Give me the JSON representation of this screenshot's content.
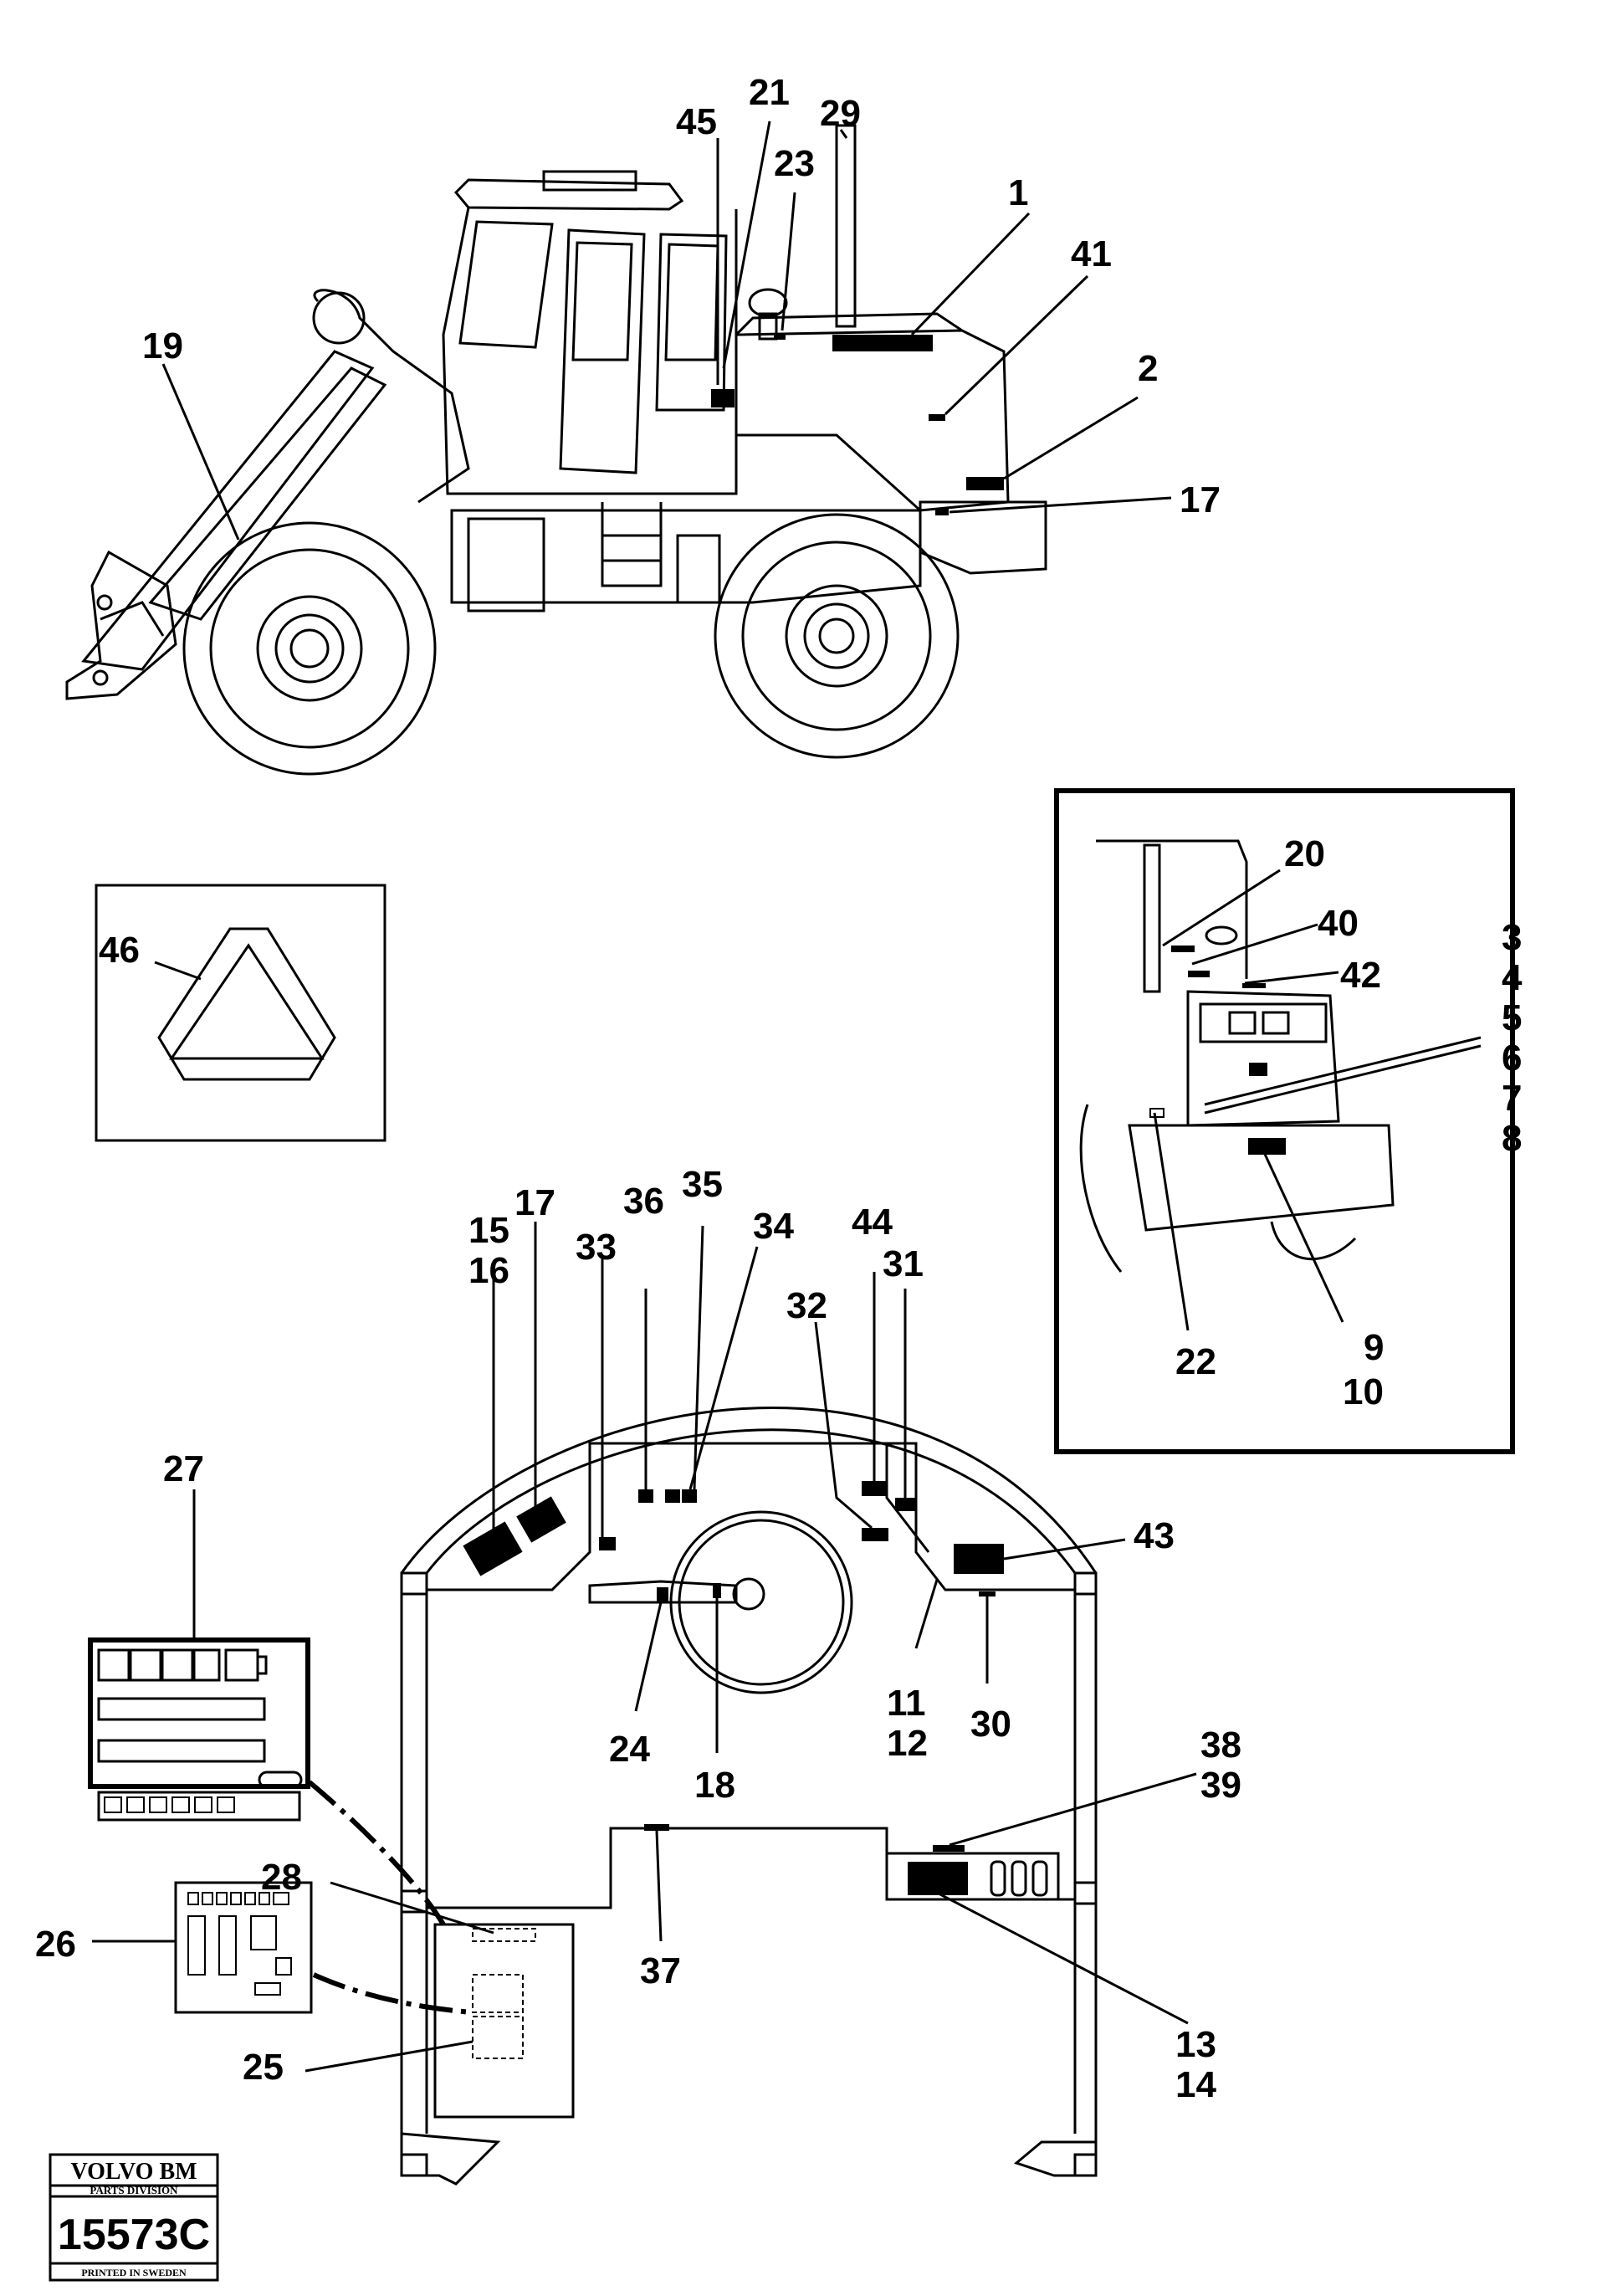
{
  "callouts": {
    "c1": "1",
    "c2": "2",
    "c3": "3",
    "c4": "4",
    "c5": "5",
    "c6": "6",
    "c7": "7",
    "c8": "8",
    "c9": "9",
    "c10": "10",
    "c11": "11",
    "c12": "12",
    "c13": "13",
    "c14": "14",
    "c15": "15",
    "c16": "16",
    "c17a": "17",
    "c17b": "17",
    "c18": "18",
    "c19": "19",
    "c20": "20",
    "c21": "21",
    "c22": "22",
    "c23": "23",
    "c24": "24",
    "c25": "25",
    "c26": "26",
    "c27": "27",
    "c28": "28",
    "c29": "29",
    "c30": "30",
    "c31": "31",
    "c32": "32",
    "c33": "33",
    "c34": "34",
    "c35": "35",
    "c36": "36",
    "c37": "37",
    "c38": "38",
    "c39": "39",
    "c40": "40",
    "c41": "41",
    "c42": "42",
    "c43": "43",
    "c44": "44",
    "c45": "45",
    "c46": "46"
  },
  "stamp": {
    "brand": "VOLVO BM",
    "division": "PARTS DIVISION",
    "number": "15573C",
    "printed": "PRINTED IN SWEDEN"
  }
}
